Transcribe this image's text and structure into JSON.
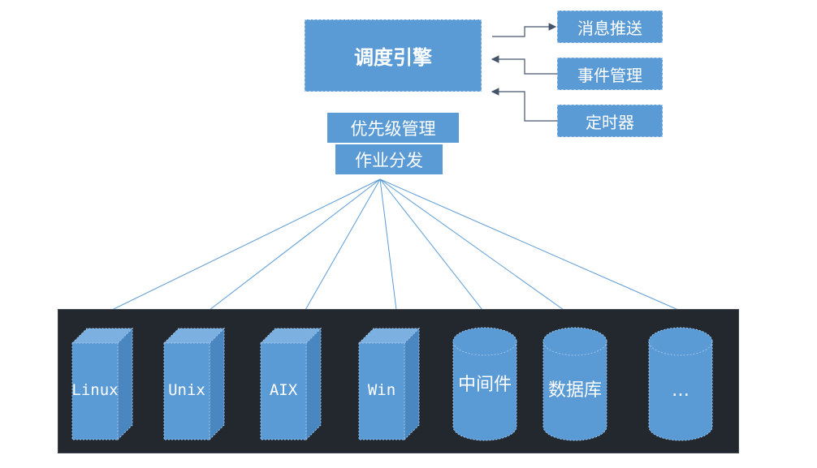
{
  "engine": {
    "label": "调度引擎"
  },
  "side_modules": {
    "push": "消息推送",
    "event": "事件管理",
    "timer": "定时器"
  },
  "priority": {
    "label": "优先级管理"
  },
  "dispatch": {
    "label": "作业分发"
  },
  "targets": [
    {
      "label": "Linux",
      "shape": "cuboid"
    },
    {
      "label": "Unix",
      "shape": "cuboid"
    },
    {
      "label": "AIX",
      "shape": "cuboid"
    },
    {
      "label": "Win",
      "shape": "cuboid"
    },
    {
      "label": "中间件",
      "shape": "cylinder"
    },
    {
      "label": "数据库",
      "shape": "cylinder"
    },
    {
      "label": "…",
      "shape": "cylinder"
    }
  ],
  "colors": {
    "box_fill": "#5b9bd5",
    "box_side": "#4a86c0",
    "box_top": "#7bb0e0",
    "panel_bg": "#23282e",
    "line": "#5b9bd5",
    "arrow": "#44546a"
  }
}
